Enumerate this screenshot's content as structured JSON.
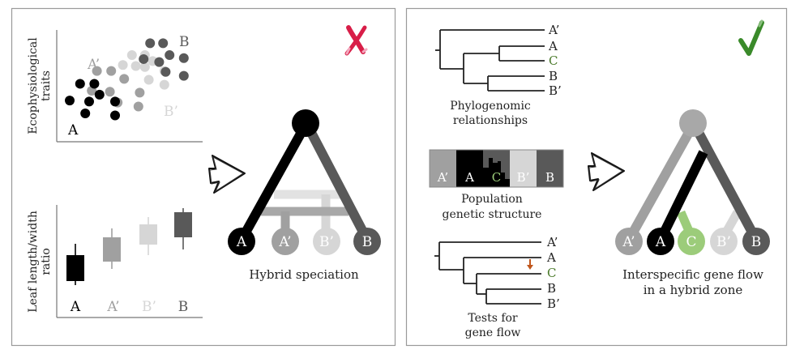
{
  "colors": {
    "A": "#000000",
    "A_prime": "#a0a0a0",
    "B_prime": "#d6d6d6",
    "B": "#595959",
    "C": "#9ccc7a",
    "C_text": "#4a7a2a",
    "panel_border": "#9a9a9a",
    "cross": "#d81e48",
    "check": "#3a8a2a",
    "arrow_mark": "#c0561c",
    "text": "#222222"
  },
  "left_panel": {
    "verdict_icon": "cross-mark",
    "scatter": {
      "ylabel_line1": "Ecophysiological",
      "ylabel_line2": "traits",
      "group_labels": {
        "A": "A",
        "A_prime": "A’",
        "B_prime": "B’",
        "B": "B"
      },
      "groups": {
        "A": [
          [
            0.13,
            0.48
          ],
          [
            0.24,
            0.48
          ],
          [
            0.05,
            0.31
          ],
          [
            0.2,
            0.3
          ],
          [
            0.28,
            0.37
          ],
          [
            0.4,
            0.3
          ],
          [
            0.17,
            0.18
          ],
          [
            0.4,
            0.16
          ]
        ],
        "A_prime": [
          [
            0.26,
            0.61
          ],
          [
            0.37,
            0.61
          ],
          [
            0.22,
            0.41
          ],
          [
            0.36,
            0.4
          ],
          [
            0.47,
            0.53
          ],
          [
            0.59,
            0.39
          ],
          [
            0.42,
            0.29
          ],
          [
            0.58,
            0.25
          ]
        ],
        "B_prime": [
          [
            0.53,
            0.77
          ],
          [
            0.63,
            0.77
          ],
          [
            0.46,
            0.67
          ],
          [
            0.56,
            0.66
          ],
          [
            0.63,
            0.65
          ],
          [
            0.69,
            0.71
          ],
          [
            0.78,
            0.61
          ],
          [
            0.66,
            0.52
          ],
          [
            0.78,
            0.47
          ]
        ],
        "B": [
          [
            0.67,
            0.89
          ],
          [
            0.77,
            0.89
          ],
          [
            0.62,
            0.73
          ],
          [
            0.74,
            0.7
          ],
          [
            0.82,
            0.77
          ],
          [
            0.93,
            0.74
          ],
          [
            0.79,
            0.6
          ],
          [
            0.93,
            0.56
          ]
        ]
      }
    },
    "boxplot": {
      "ylabel_line1": "Leaf length/width",
      "ylabel_line2": "ratio",
      "categories": [
        "A",
        "A’",
        "B’",
        "B"
      ],
      "boxes": [
        {
          "key": "A",
          "whisker_low": 0.18,
          "q1": 0.23,
          "q3": 0.55,
          "whisker_high": 0.69
        },
        {
          "key": "A_prime",
          "whisker_low": 0.38,
          "q1": 0.47,
          "q3": 0.77,
          "whisker_high": 0.88
        },
        {
          "key": "B_prime",
          "whisker_low": 0.55,
          "q1": 0.68,
          "q3": 0.93,
          "whisker_high": 1.02
        },
        {
          "key": "B",
          "whisker_low": 0.62,
          "q1": 0.77,
          "q3": 1.08,
          "whisker_high": 1.13
        }
      ]
    },
    "result": {
      "title": "Hybrid speciation",
      "leaves": [
        {
          "key": "A",
          "label": "A"
        },
        {
          "key": "A_prime",
          "label": "A’"
        },
        {
          "key": "B_prime",
          "label": "B’"
        },
        {
          "key": "B",
          "label": "B"
        }
      ]
    }
  },
  "right_panel": {
    "verdict_icon": "check-mark",
    "phylogeny": {
      "tips": [
        "A’",
        "A",
        "C",
        "B",
        "B’"
      ],
      "caption_line1": "Phylogenomic",
      "caption_line2": "relationships"
    },
    "structure": {
      "segments": [
        {
          "key": "A_prime",
          "label": "A’"
        },
        {
          "key": "A",
          "label": "A"
        },
        {
          "key": "C",
          "label": "C"
        },
        {
          "key": "B_prime",
          "label": "B’"
        },
        {
          "key": "B",
          "label": "B"
        }
      ],
      "caption_line1": "Population",
      "caption_line2": "genetic structure"
    },
    "gene_flow_test": {
      "tips": [
        "A’",
        "A",
        "C",
        "B",
        "B’"
      ],
      "caption_line1": "Tests for",
      "caption_line2": "gene flow"
    },
    "result": {
      "title_line1": "Interspecific gene flow",
      "title_line2": "in a hybrid zone",
      "leaves": [
        {
          "key": "A_prime",
          "label": "A’"
        },
        {
          "key": "A",
          "label": "A"
        },
        {
          "key": "C",
          "label": "C"
        },
        {
          "key": "B_prime",
          "label": "B’"
        },
        {
          "key": "B",
          "label": "B"
        }
      ]
    }
  }
}
